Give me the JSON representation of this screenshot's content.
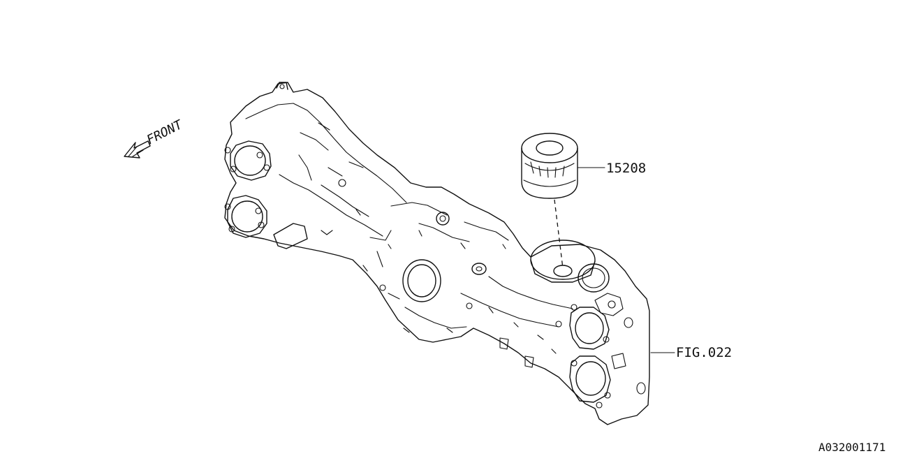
{
  "diagram": {
    "direction_label": "FRONT",
    "callouts": [
      {
        "id": "oil-filter",
        "text": "15208"
      },
      {
        "id": "engine-block-ref",
        "text": "FIG.022"
      }
    ],
    "drawing_code": "A032001171"
  },
  "icons": {
    "direction_arrow": "front-arrow-icon"
  }
}
